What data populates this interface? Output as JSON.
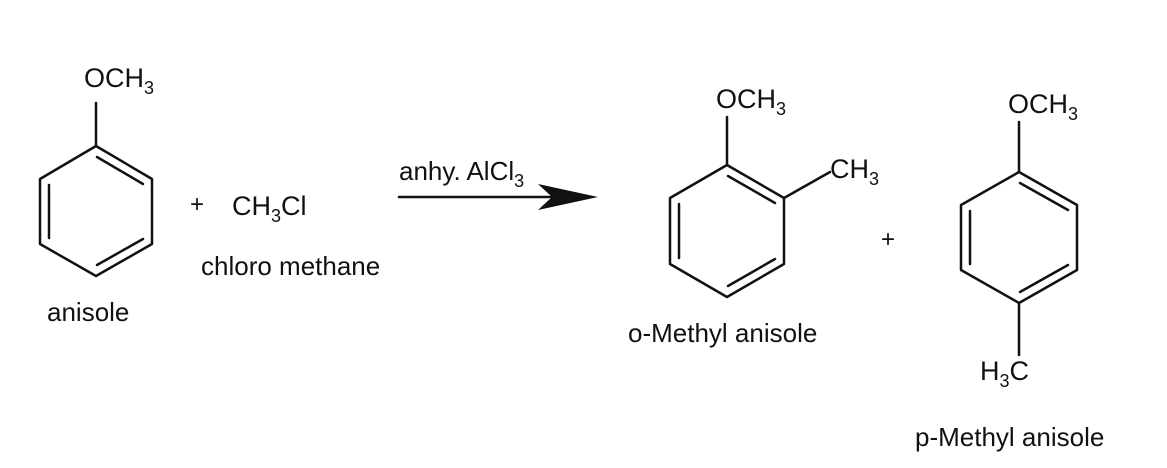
{
  "reactant1": {
    "substituent": {
      "main": "OCH",
      "sub": "3"
    },
    "name": "anisole"
  },
  "plus1": "+",
  "reactant2": {
    "formula": {
      "a": "CH",
      "b": "3",
      "c": "Cl"
    },
    "name": "chloro methane"
  },
  "arrow": {
    "reagent": {
      "main": "anhy. AlCl",
      "sub": "3"
    }
  },
  "product1": {
    "substituent1": {
      "main": "OCH",
      "sub": "3"
    },
    "substituent2": {
      "main": "CH",
      "sub": "3"
    },
    "name": "o-Methyl anisole"
  },
  "plus2": "+",
  "product2": {
    "substituent1": {
      "main": "OCH",
      "sub": "3"
    },
    "substituent2": {
      "a": "H",
      "b": "3",
      "c": "C"
    },
    "name": "p-Methyl anisole"
  },
  "colors": {
    "ink": "#111111",
    "background": "#ffffff"
  }
}
